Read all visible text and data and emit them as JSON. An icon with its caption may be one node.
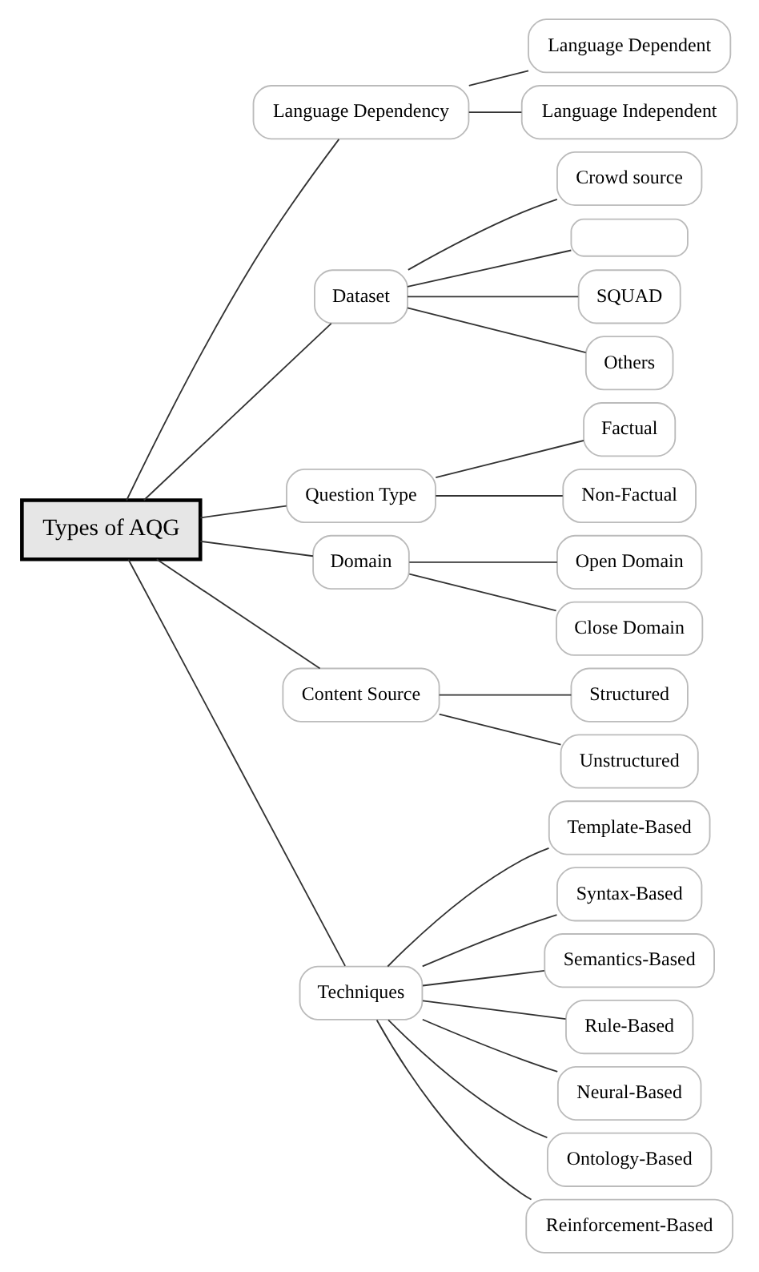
{
  "diagram": {
    "nodes": [
      {
        "text": [
          "Types of AQG"
        ]
      },
      {
        "text": [
          "Language Dependency"
        ]
      },
      {
        "text": [
          "Language Dependent"
        ]
      },
      {
        "text": [
          "Language Independent"
        ]
      },
      {
        "text": [
          "Dataset"
        ]
      },
      {
        "text": [
          "Crowd source"
        ]
      },
      {
        "text": [],
        "shape": "box"
      },
      {
        "text": [
          "SQUAD"
        ]
      },
      {
        "text": [
          "Others"
        ]
      },
      {
        "text": [
          "Question Type"
        ]
      },
      {
        "text": [
          "Factual"
        ]
      },
      {
        "text": [
          "Non-Factual"
        ]
      },
      {
        "text": [
          "Domain"
        ]
      },
      {
        "text": [
          "Open Domain"
        ]
      },
      {
        "text": [
          "Close Domain"
        ]
      },
      {
        "text": [
          "Content Source"
        ]
      },
      {
        "text": [
          "Structured"
        ]
      },
      {
        "text": [
          "Unstructured"
        ]
      },
      {
        "text": [
          "Techniques"
        ]
      },
      {
        "text": [
          "Template-Based"
        ]
      },
      {
        "text": [
          "Syntax-Based"
        ]
      },
      {
        "text": [
          "Semantics-Based"
        ]
      },
      {
        "text": [
          "Rule-Based"
        ]
      },
      {
        "text": [
          "Neural-Based"
        ]
      },
      {
        "text": [
          "Ontology-Based"
        ]
      },
      {
        "text": [
          "Reinforcement-Based"
        ]
      }
    ],
    "edges": [
      {
        "from": 0,
        "to": 1,
        "arrow": "none"
      },
      {
        "from": 1,
        "to": 2,
        "arrow": "none"
      },
      {
        "from": 1,
        "to": 3,
        "arrow": "none"
      },
      {
        "from": 0,
        "to": 4,
        "arrow": "none"
      },
      {
        "from": 4,
        "to": 5,
        "arrow": "none"
      },
      {
        "from": 4,
        "to": 6,
        "arrow": "none"
      },
      {
        "from": 4,
        "to": 7,
        "arrow": "none"
      },
      {
        "from": 4,
        "to": 8,
        "arrow": "none"
      },
      {
        "from": 0,
        "to": 9,
        "arrow": "none"
      },
      {
        "from": 9,
        "to": 10,
        "arrow": "none"
      },
      {
        "from": 9,
        "to": 11,
        "arrow": "none"
      },
      {
        "from": 0,
        "to": 12,
        "arrow": "none"
      },
      {
        "from": 12,
        "to": 13,
        "arrow": "none"
      },
      {
        "from": 12,
        "to": 14,
        "arrow": "none"
      },
      {
        "from": 0,
        "to": 15,
        "arrow": "none"
      },
      {
        "from": 15,
        "to": 16,
        "arrow": "none"
      },
      {
        "from": 15,
        "to": 17,
        "arrow": "none"
      },
      {
        "from": 0,
        "to": 18,
        "arrow": "none"
      },
      {
        "from": 18,
        "to": 19,
        "arrow": "none"
      },
      {
        "from": 18,
        "to": 20,
        "arrow": "none"
      },
      {
        "from": 18,
        "to": 21,
        "arrow": "none"
      },
      {
        "from": 18,
        "to": 22,
        "arrow": "none"
      },
      {
        "from": 18,
        "to": 23,
        "arrow": "none"
      },
      {
        "from": 18,
        "to": 24,
        "arrow": "none"
      },
      {
        "from": 18,
        "to": 25,
        "arrow": "none"
      }
    ]
  }
}
